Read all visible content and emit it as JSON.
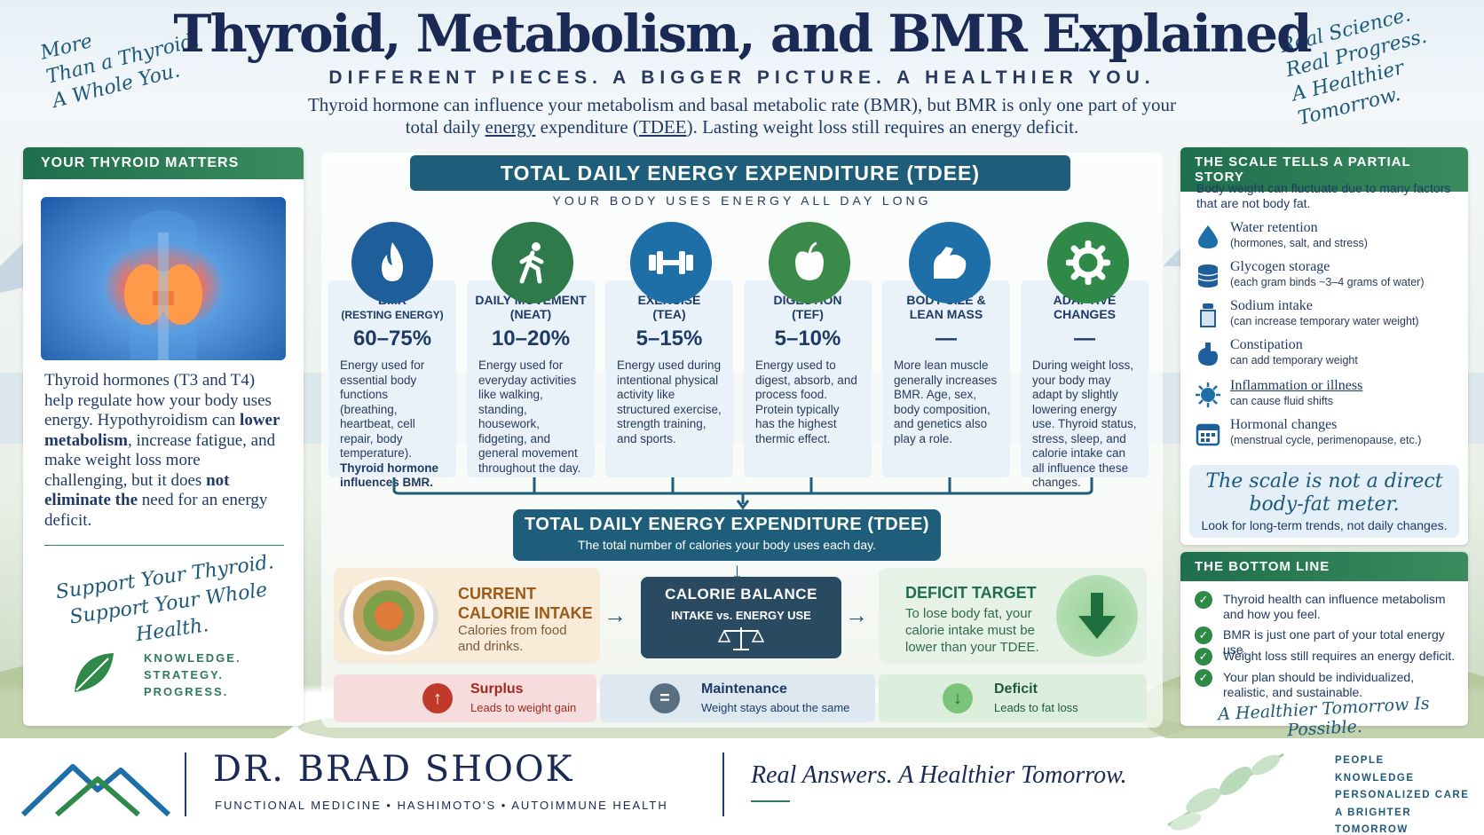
{
  "header": {
    "title": "Thyroid, Metabolism, and BMR Explained",
    "subtitle": "DIFFERENT PIECES. A BIGGER PICTURE. A HEALTHIER YOU.",
    "intro_pre": "Thyroid hormone can influence your metabolism and basal metabolic rate (BMR), but BMR is only one part of your total daily ",
    "intro_link1": "energy",
    "intro_mid": " expenditure (",
    "intro_link2": "TDEE",
    "intro_post": "). Lasting weight loss still requires an energy deficit.",
    "left_script": [
      "More",
      "Than a Thyroid.",
      "A Whole You."
    ],
    "right_script": [
      "Real Science.",
      "Real Progress.",
      "A Healthier",
      "Tomorrow."
    ]
  },
  "left_panel": {
    "title": "YOUR THYROID MATTERS",
    "text_a": "Thyroid hormones (T3 and T4) help regulate how your body uses energy. Hypothyroidism can ",
    "text_b": "lower metabolism",
    "text_c": ", increase fatigue, and make weight loss more challenging, but it does ",
    "text_d": "not eliminate the",
    "text_e": "  need for an energy deficit.",
    "script": [
      "Support Your Thyroid.",
      "Support Your Whole Health."
    ],
    "keywords": [
      "KNOWLEDGE.",
      "STRATEGY.",
      "PROGRESS."
    ]
  },
  "tdee": {
    "banner": "TOTAL DAILY ENERGY EXPENDITURE (TDEE)",
    "subtitle": "YOUR BODY USES ENERGY ALL DAY LONG",
    "cards": [
      {
        "title": "BMR",
        "title2": "(RESTING ENERGY)",
        "pct": "60–75%",
        "desc": "Energy used for essential body functions (breathing, heartbeat, cell repair, body temperature).",
        "bold": "Thyroid hormone influences BMR.",
        "color": "#1e5e9a",
        "icon": "flame-icon"
      },
      {
        "title": "DAILY MOVEMENT",
        "title2": "(NEAT)",
        "pct": "10–20%",
        "desc": "Energy used for everyday activities like walking, standing, housework, fidgeting, and general movement throughout the day.",
        "bold": "",
        "color": "#2f7a4a",
        "icon": "walking-person-icon"
      },
      {
        "title": "EXERCISE",
        "title2": "(TEA)",
        "pct": "5–15%",
        "desc": "Energy used during intentional physical activity like structured exercise, strength training, and sports.",
        "bold": "",
        "color": "#1e6ea8",
        "icon": "dumbbell-icon"
      },
      {
        "title": "DIGESTION",
        "title2": "(TEF)",
        "pct": "5–10%",
        "desc": "Energy used to digest, absorb, and process food. Protein typically has the highest thermic effect.",
        "bold": "",
        "color": "#3a8a4a",
        "icon": "apple-icon"
      },
      {
        "title": "BODY SIZE &",
        "title2": "LEAN MASS",
        "pct": "—",
        "desc": "More lean muscle generally increases BMR. Age, sex, body composition, and genetics also play a role.",
        "bold": "",
        "color": "#1e6ea8",
        "icon": "flexed-arm-icon"
      },
      {
        "title": "ADAPTIVE CHANGES",
        "title2": "",
        "pct": "—",
        "desc": "During weight loss, your body may adapt by slightly lowering energy use. Thyroid status, stress, sleep, and calorie intake can all influence these changes.",
        "bold": "",
        "color": "#2f8a4a",
        "icon": "gear-icon"
      }
    ],
    "total_title": "TOTAL DAILY ENERGY EXPENDITURE (TDEE)",
    "total_sub": "The total number of calories your body uses each day."
  },
  "balance": {
    "intake_title": [
      "CURRENT",
      "CALORIE INTAKE"
    ],
    "intake_sub": [
      "Calories from food",
      "and drinks."
    ],
    "balance_title": "CALORIE BALANCE",
    "balance_sub": "INTAKE   vs.   ENERGY USE",
    "deficit_title": "DEFICIT TARGET",
    "deficit_sub": "To lose body fat, your calorie intake must be lower than your TDEE.",
    "rows": [
      {
        "title": "Surplus",
        "sub": "Leads to weight gain"
      },
      {
        "title": "Maintenance",
        "sub": "Weight stays about the same"
      },
      {
        "title": "Deficit",
        "sub": "Leads to fat loss"
      }
    ]
  },
  "scale_panel": {
    "title": "THE SCALE TELLS A PARTIAL STORY",
    "intro": "Body weight can fluctuate due to many factors that are not body fat.",
    "items": [
      {
        "title": "Water retention",
        "sub": "(hormones, salt, and stress)",
        "icon": "water-drop-icon"
      },
      {
        "title": "Glycogen storage",
        "sub": "(each gram binds ~3–4 grams of water)",
        "icon": "storage-icon"
      },
      {
        "title": "Sodium intake",
        "sub": "(can increase temporary water weight)",
        "icon": "salt-shaker-icon"
      },
      {
        "title": "Constipation",
        "sub": "can add temporary weight",
        "icon": "stomach-icon"
      },
      {
        "title": "Inflammation or illness",
        "sub": "can cause fluid shifts",
        "icon": "virus-icon"
      },
      {
        "title": "Hormonal changes",
        "sub": "(menstrual cycle, perimenopause, etc.)",
        "icon": "calendar-icon"
      }
    ],
    "scale_script": [
      "The scale is not a direct",
      "body-fat meter."
    ],
    "scale_sub": "Look for long-term trends, not daily changes."
  },
  "bottom_line": {
    "title": "THE BOTTOM LINE",
    "items": [
      "Thyroid health can influence metabolism and how you feel.",
      "BMR is just one part of your total energy use.",
      "Weight loss still requires an energy deficit.",
      "Your plan should be individualized, realistic, and sustainable."
    ],
    "script": "A Healthier Tomorrow Is Possible."
  },
  "footer": {
    "name": "DR. BRAD SHOOK",
    "tagline": "FUNCTIONAL MEDICINE  •  HASHIMOTO'S  •  AUTOIMMUNE HEALTH",
    "slogan": "Real Answers. A Healthier Tomorrow.",
    "keywords": [
      "PEOPLE",
      "KNOWLEDGE",
      "PERSONALIZED CARE",
      "A BRIGHTER TOMORROW"
    ]
  },
  "colors": {
    "navy": "#1a2a55",
    "teal": "#1e5e7a",
    "green": "#2f7a4a",
    "surplus": "#c0392b"
  }
}
